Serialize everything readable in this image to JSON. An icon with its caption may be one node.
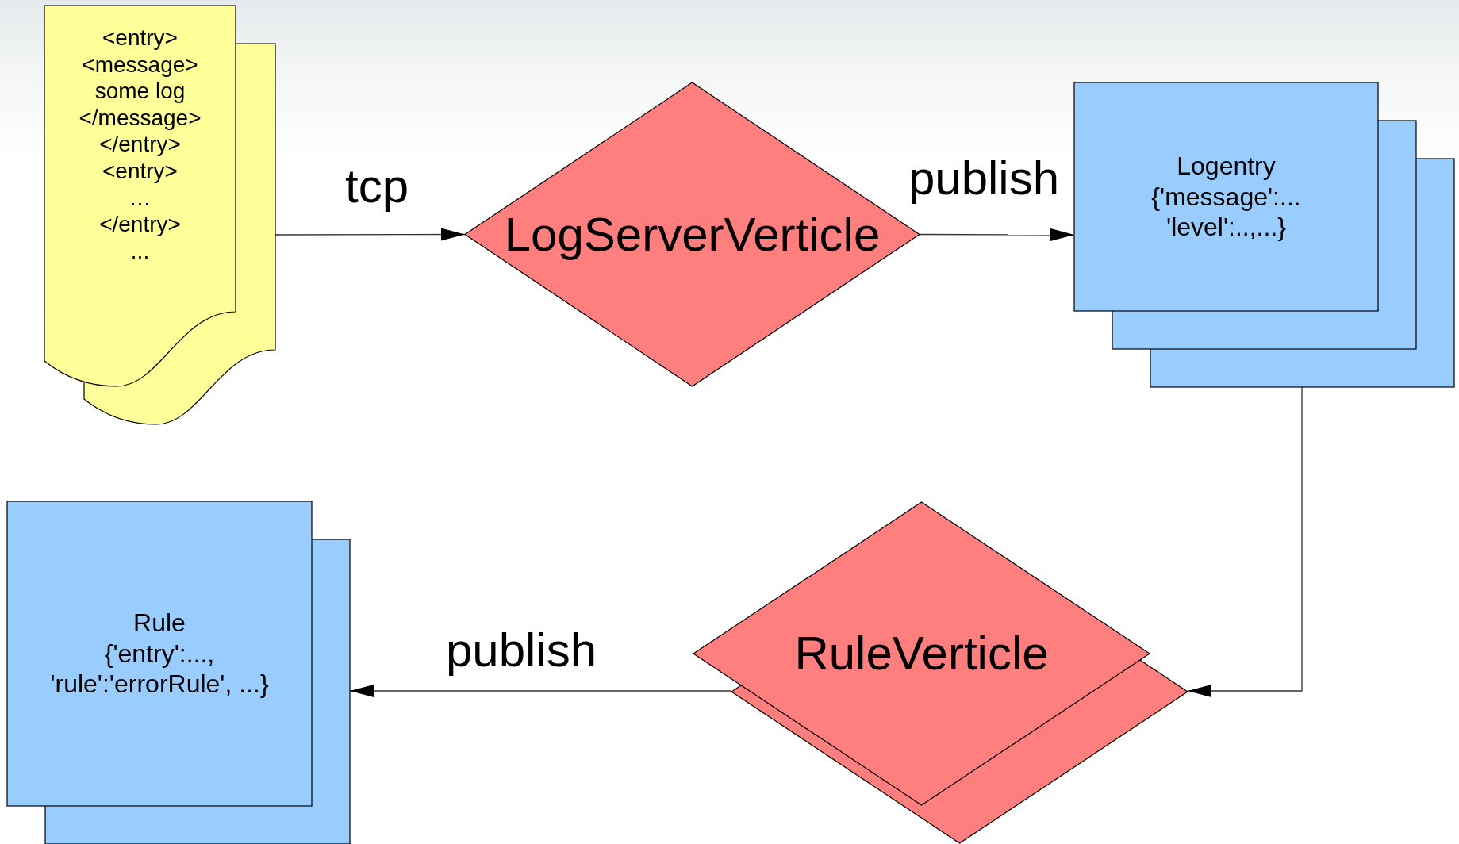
{
  "diagram": {
    "nodes": [
      {
        "text": [
          "<entry>",
          "<message>",
          "some log",
          "</message>",
          "</entry>",
          "<entry>",
          "…",
          "</entry>",
          "..."
        ]
      },
      {
        "text": [
          "LogServerVerticle"
        ]
      },
      {
        "text": [
          "Logentry",
          "{'message':... 'level':..,...}"
        ]
      },
      {
        "text": [
          "RuleVerticle"
        ]
      },
      {
        "text": [
          "Rule",
          "{'entry':..., 'rule':'errorRule', ...}"
        ]
      }
    ],
    "edges": [
      {
        "from": 0,
        "to": 1,
        "arrow": "to",
        "label": "tcp"
      },
      {
        "from": 1,
        "to": 2,
        "arrow": "to",
        "label": "publish"
      },
      {
        "from": 2,
        "to": 3,
        "arrow": "to"
      },
      {
        "from": 3,
        "to": 4,
        "arrow": "to",
        "label": "publish"
      }
    ]
  }
}
